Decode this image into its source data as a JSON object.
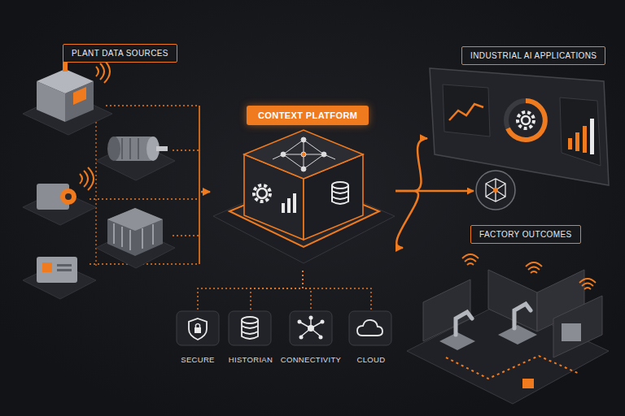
{
  "diagram": {
    "nodes": [
      {
        "text": [
          "PLANT DATA SOURCES"
        ]
      },
      {
        "text": [
          "CONTEXT PLATFORM"
        ]
      },
      {
        "text": [
          "INDUSTRIAL AI APPLICATIONS"
        ]
      },
      {
        "text": [
          "FACTORY OUTCOMES"
        ]
      },
      {
        "text": [
          "SECURE"
        ]
      },
      {
        "text": [
          "HISTORIAN"
        ]
      },
      {
        "text": [
          "CONNECTIVITY"
        ]
      },
      {
        "text": [
          "CLOUD"
        ]
      }
    ],
    "edges": [
      {
        "from": 0,
        "to": 1,
        "arrow": "to"
      },
      {
        "from": 1,
        "to": 2,
        "arrow": "to"
      },
      {
        "from": 1,
        "to": 3,
        "arrow": "to"
      },
      {
        "from": 1,
        "to": 4,
        "arrow": "none"
      },
      {
        "from": 1,
        "to": 5,
        "arrow": "none"
      },
      {
        "from": 1,
        "to": 6,
        "arrow": "none"
      },
      {
        "from": 1,
        "to": 7,
        "arrow": "none"
      }
    ]
  }
}
